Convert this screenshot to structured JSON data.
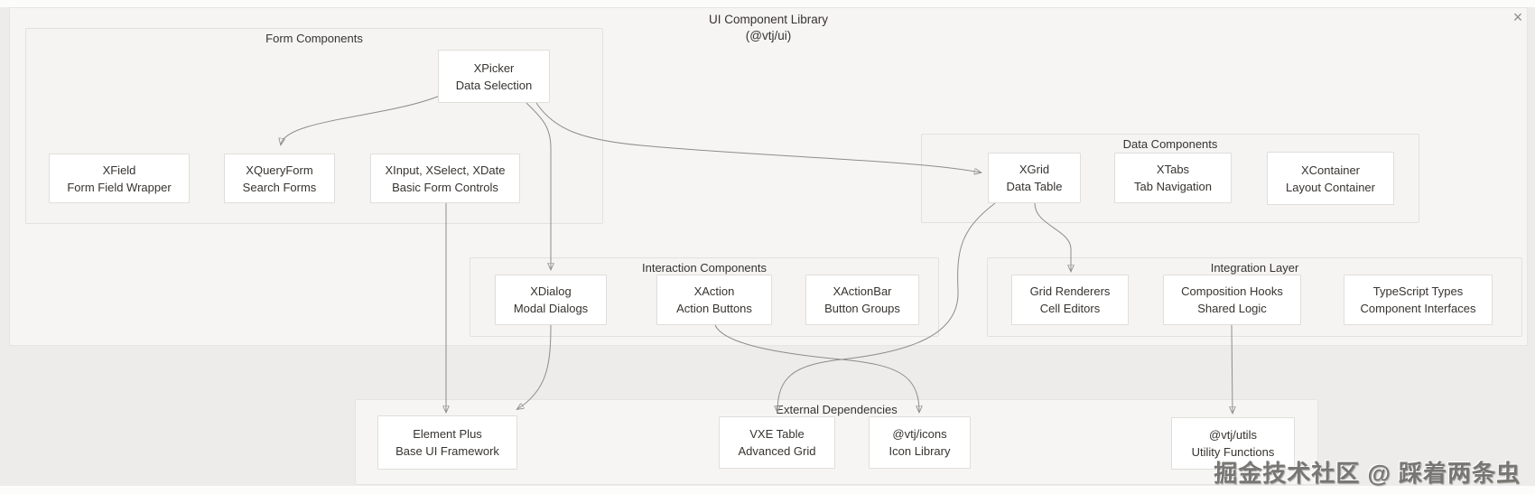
{
  "window": {
    "title_line1": "UI Component Library",
    "title_line2": "(@vtj/ui)",
    "close_glyph": "×"
  },
  "watermark": "掘金技术社区 @ 踩着两条虫",
  "groups": [
    {
      "id": "form",
      "label": "Form Components",
      "nodes": [
        {
          "id": "xpicker",
          "line1": "XPicker",
          "line2": "Data Selection"
        },
        {
          "id": "xfield",
          "line1": "XField",
          "line2": "Form Field Wrapper"
        },
        {
          "id": "xqueryform",
          "line1": "XQueryForm",
          "line2": "Search Forms"
        },
        {
          "id": "xinput",
          "line1": "XInput, XSelect, XDate",
          "line2": "Basic Form Controls"
        }
      ]
    },
    {
      "id": "data",
      "label": "Data Components",
      "nodes": [
        {
          "id": "xgrid",
          "line1": "XGrid",
          "line2": "Data Table"
        },
        {
          "id": "xtabs",
          "line1": "XTabs",
          "line2": "Tab Navigation"
        },
        {
          "id": "xcontainer",
          "line1": "XContainer",
          "line2": "Layout Container"
        }
      ]
    },
    {
      "id": "interaction",
      "label": "Interaction Components",
      "nodes": [
        {
          "id": "xdialog",
          "line1": "XDialog",
          "line2": "Modal Dialogs"
        },
        {
          "id": "xaction",
          "line1": "XAction",
          "line2": "Action Buttons"
        },
        {
          "id": "xactionbar",
          "line1": "XActionBar",
          "line2": "Button Groups"
        }
      ]
    },
    {
      "id": "integration",
      "label": "Integration Layer",
      "nodes": [
        {
          "id": "grid-renderers",
          "line1": "Grid Renderers",
          "line2": "Cell Editors"
        },
        {
          "id": "composition-hooks",
          "line1": "Composition Hooks",
          "line2": "Shared Logic"
        },
        {
          "id": "typescript-types",
          "line1": "TypeScript Types",
          "line2": "Component Interfaces"
        }
      ]
    },
    {
      "id": "external",
      "label": "External Dependencies",
      "nodes": [
        {
          "id": "element-plus",
          "line1": "Element Plus",
          "line2": "Base UI Framework"
        },
        {
          "id": "vxe-table",
          "line1": "VXE Table",
          "line2": "Advanced Grid"
        },
        {
          "id": "vtj-icons",
          "line1": "@vtj/icons",
          "line2": "Icon Library"
        },
        {
          "id": "vtj-utils",
          "line1": "@vtj/utils",
          "line2": "Utility Functions"
        }
      ]
    }
  ],
  "edges": [
    {
      "from": "xpicker",
      "to": "xqueryform"
    },
    {
      "from": "xpicker",
      "to": "xdialog"
    },
    {
      "from": "xpicker",
      "to": "xgrid"
    },
    {
      "from": "xinput",
      "to": "element-plus"
    },
    {
      "from": "xdialog",
      "to": "element-plus"
    },
    {
      "from": "xgrid",
      "to": "grid-renderers"
    },
    {
      "from": "xgrid",
      "to": "vxe-table"
    },
    {
      "from": "xaction",
      "to": "vtj-icons"
    },
    {
      "from": "composition-hooks",
      "to": "vtj-utils"
    }
  ]
}
